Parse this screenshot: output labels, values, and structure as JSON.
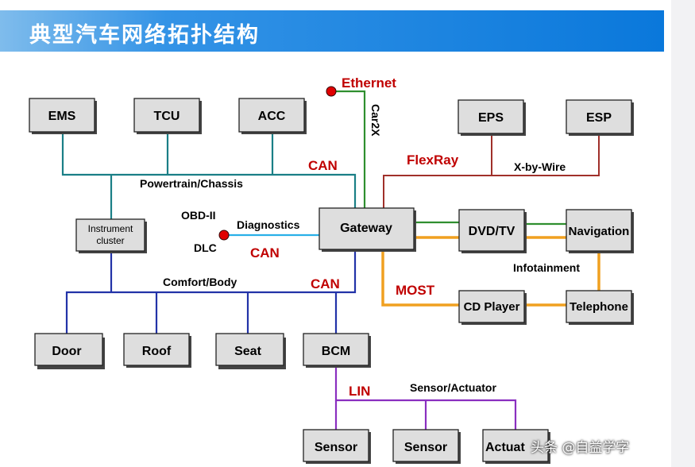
{
  "header": {
    "title": "典型汽车网络拓扑结构"
  },
  "nodes": {
    "ems": "EMS",
    "tcu": "TCU",
    "acc": "ACC",
    "eps": "EPS",
    "esp": "ESP",
    "instrument": [
      "Instrument",
      "cluster"
    ],
    "gateway": "Gateway",
    "dvd": "DVD/TV",
    "navigation": "Navigation",
    "cd": "CD Player",
    "telephone": "Telephone",
    "door": "Door",
    "roof": "Roof",
    "seat": "Seat",
    "bcm": "BCM",
    "sensor1": "Sensor",
    "sensor2": "Sensor",
    "actuator": "Actuat"
  },
  "labels": {
    "ethernet": "Ethernet",
    "car2x": "Car2X",
    "can_powertrain": "CAN",
    "powertrain": "Powertrain/Chassis",
    "flexray": "FlexRay",
    "xbywire": "X-by-Wire",
    "obd": "OBD-II",
    "diagnostics": "Diagnostics",
    "dlc": "DLC",
    "can_diag": "CAN",
    "infotainment": "Infotainment",
    "most": "MOST",
    "comfort": "Comfort/Body",
    "can_body": "CAN",
    "lin": "LIN",
    "sensor_actuator": "Sensor/Actuator"
  },
  "colors": {
    "powertrain_bus": "#1a7f86",
    "ethernet_bus": "#2f8f2f",
    "flexray_bus": "#a0302a",
    "diagnostics_bus": "#2ab0e8",
    "most_bus": "#f0a020",
    "body_bus": "#2233a8",
    "lin_bus": "#8a2fc0",
    "bus_label": "#c00000"
  },
  "watermark": "头条 @自益学字"
}
